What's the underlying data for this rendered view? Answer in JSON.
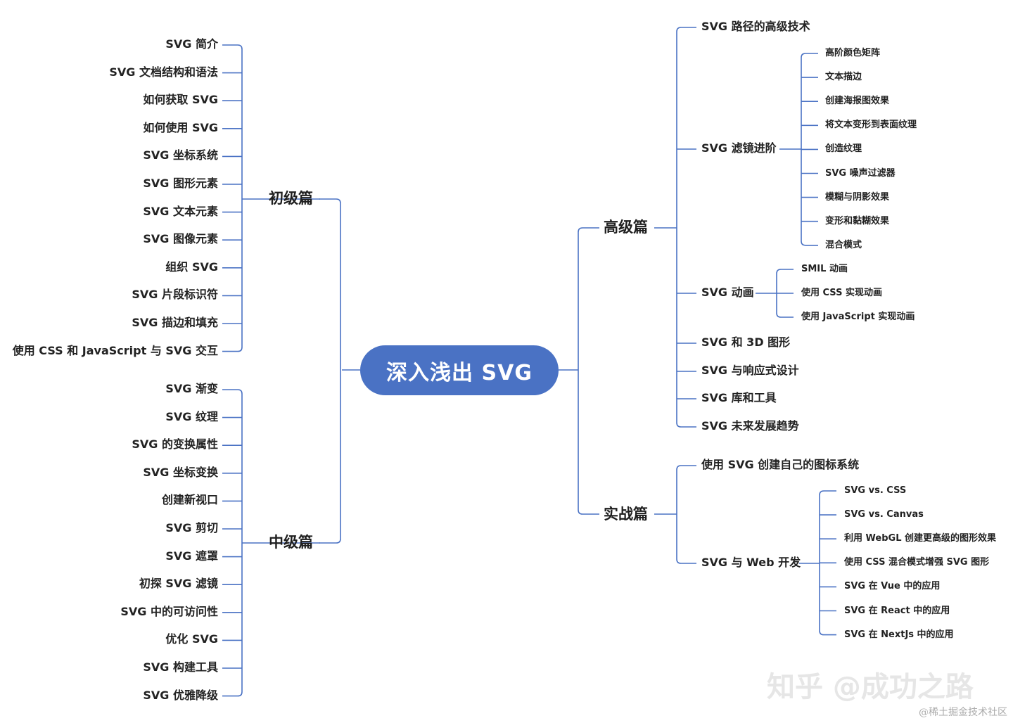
{
  "colors": {
    "root_fill": "#4a72c4",
    "connector": "#4a72c4",
    "text": "#222222"
  },
  "root": {
    "label": "深入浅出 SVG"
  },
  "branches": {
    "beginner": {
      "label": "初级篇",
      "items": [
        "SVG 简介",
        "SVG 文档结构和语法",
        "如何获取 SVG",
        "如何使用 SVG",
        "SVG 坐标系统",
        "SVG 图形元素",
        "SVG 文本元素",
        "SVG 图像元素",
        "组织 SVG",
        "SVG 片段标识符",
        "SVG 描边和填充",
        "使用 CSS 和 JavaScript 与 SVG 交互"
      ]
    },
    "intermediate": {
      "label": "中级篇",
      "items": [
        "SVG 渐变",
        "SVG 纹理",
        "SVG 的变换属性",
        "SVG 坐标变换",
        "创建新视口",
        "SVG 剪切",
        "SVG 遮罩",
        "初探 SVG 滤镜",
        "SVG 中的可访问性",
        "优化 SVG",
        "SVG 构建工具",
        "SVG 优雅降级"
      ]
    },
    "advanced": {
      "label": "高级篇",
      "items": [
        {
          "label": "SVG 路径的高级技术"
        },
        {
          "label": "SVG 滤镜进阶",
          "children": [
            "高阶颜色矩阵",
            "文本描边",
            "创建海报图效果",
            "将文本变形到表面纹理",
            "创造纹理",
            "SVG 噪声过滤器",
            "模糊与阴影效果",
            "变形和黏糊效果",
            "混合模式"
          ]
        },
        {
          "label": "SVG 动画",
          "children": [
            "SMIL 动画",
            "使用 CSS 实现动画",
            "使用 JavaScript 实现动画"
          ]
        },
        {
          "label": "SVG 和 3D 图形"
        },
        {
          "label": "SVG 与响应式设计"
        },
        {
          "label": "SVG 库和工具"
        },
        {
          "label": "SVG 未来发展趋势"
        }
      ]
    },
    "practice": {
      "label": "实战篇",
      "items": [
        {
          "label": "使用 SVG 创建自己的图标系统"
        },
        {
          "label": "SVG 与 Web 开发",
          "children": [
            "SVG vs. CSS",
            "SVG vs. Canvas",
            "利用 WebGL 创建更高级的图形效果",
            "使用 CSS 混合模式增强 SVG 图形",
            "SVG 在 Vue 中的应用",
            "SVG 在 React 中的应用",
            "SVG 在 NextJs 中的应用"
          ]
        }
      ]
    }
  },
  "watermarks": {
    "main": "知乎 @成功之路",
    "corner": "@稀土掘金技术社区"
  }
}
